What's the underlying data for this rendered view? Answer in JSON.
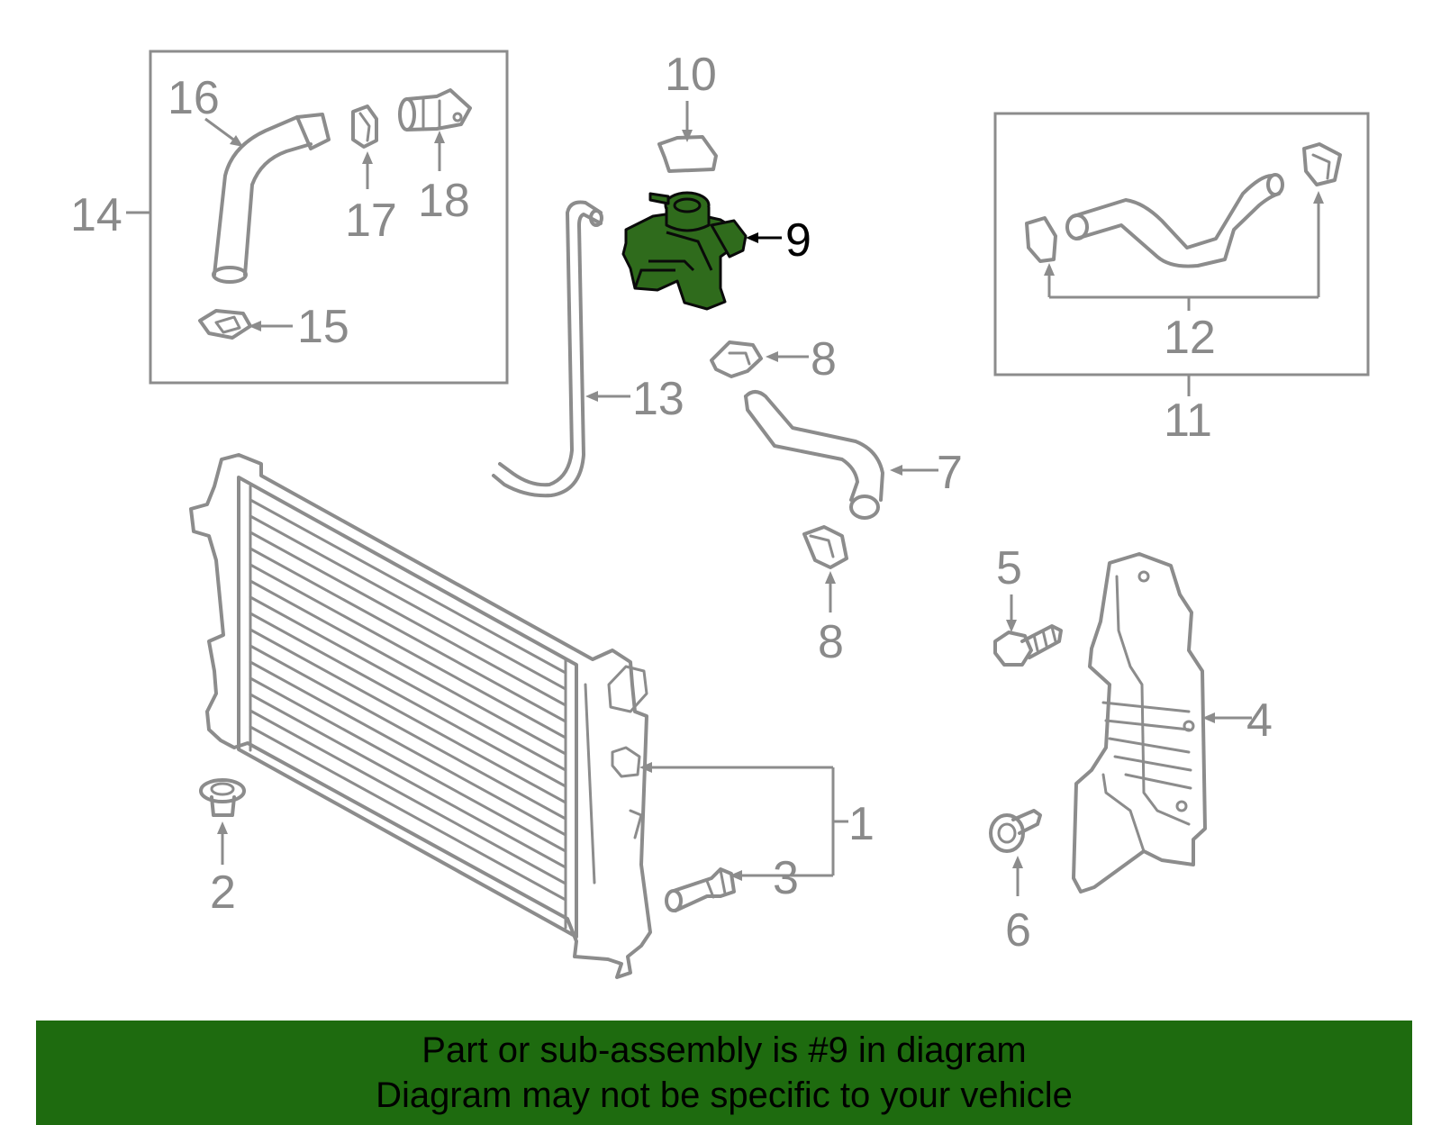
{
  "callouts": {
    "c1": "1",
    "c2": "2",
    "c3": "3",
    "c4": "4",
    "c5": "5",
    "c6": "6",
    "c7": "7",
    "c8a": "8",
    "c8b": "8",
    "c9": "9",
    "c10": "10",
    "c11": "11",
    "c12": "12",
    "c13": "13",
    "c14": "14",
    "c15": "15",
    "c16": "16",
    "c17": "17",
    "c18": "18"
  },
  "highlight": {
    "part": "9",
    "color": "#2f6b1c"
  },
  "banner": {
    "line1": "Part or sub-assembly is #9 in diagram",
    "line2": "Diagram may not be specific to your vehicle",
    "background": "#1e6b0f"
  }
}
